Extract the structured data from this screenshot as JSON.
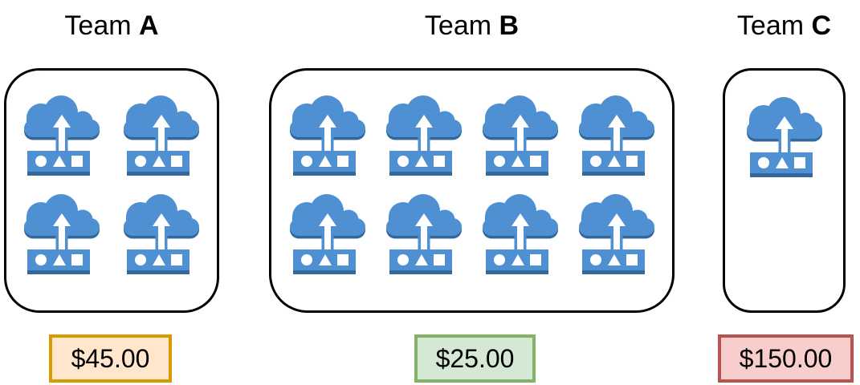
{
  "diagram": {
    "description": "Three team boxes containing cloud-upload icons with a cost label under each",
    "icon": {
      "semantic": "cloud-upload-icon",
      "main_color": "#4e90d2",
      "shade_color": "#34689c"
    }
  },
  "teams": [
    {
      "title_prefix": "Team ",
      "title_letter": "A",
      "icon_count": 4,
      "price": "$45.00",
      "price_fill": "#ffe6cc",
      "price_border": "#d79b00"
    },
    {
      "title_prefix": "Team ",
      "title_letter": "B",
      "icon_count": 8,
      "price": "$25.00",
      "price_fill": "#d5e8d4",
      "price_border": "#82b366"
    },
    {
      "title_prefix": "Team ",
      "title_letter": "C",
      "icon_count": 1,
      "price": "$150.00",
      "price_fill": "#f8cecc",
      "price_border": "#b85450"
    }
  ]
}
